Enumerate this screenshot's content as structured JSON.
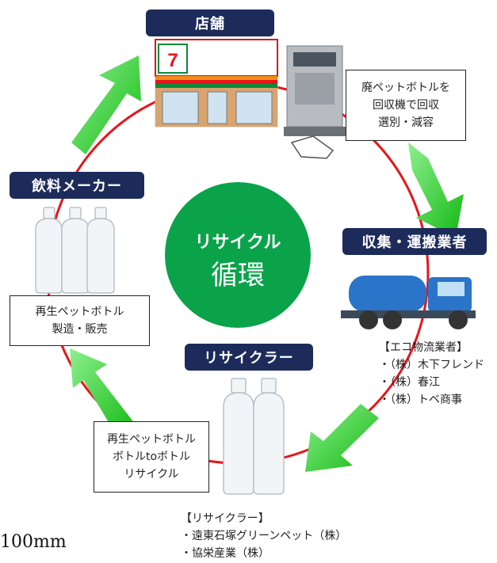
{
  "center": {
    "line1": "リサイクル",
    "line2": "循環"
  },
  "stages": {
    "store": "店舗",
    "collector": "収集・運搬業者",
    "recycler": "リサイクラー",
    "maker": "飲料メーカー"
  },
  "boxes": {
    "collect": [
      "廃ペットボトルを",
      "回収機で回収",
      "選別・減容"
    ],
    "maker": [
      "再生ペットボトル",
      "製造・販売"
    ],
    "recycle": [
      "再生ペットボトル",
      "ボトルtoボトル",
      "リサイクル"
    ]
  },
  "collector_companies": [
    "【エコ物流業者】",
    "・（株）木下フレンド",
    "・（株）春江",
    "・（株）トベ商事"
  ],
  "recycler_companies": [
    "【リサイクラー】",
    "・遠東石塚グリーンペット（株）",
    "・協栄産業（株）"
  ],
  "side_text": "100mm",
  "colors": {
    "circle": "#0aa34a",
    "ring": "#e8141a",
    "arrow": "#33cc33",
    "label": "#1c2b5a"
  }
}
